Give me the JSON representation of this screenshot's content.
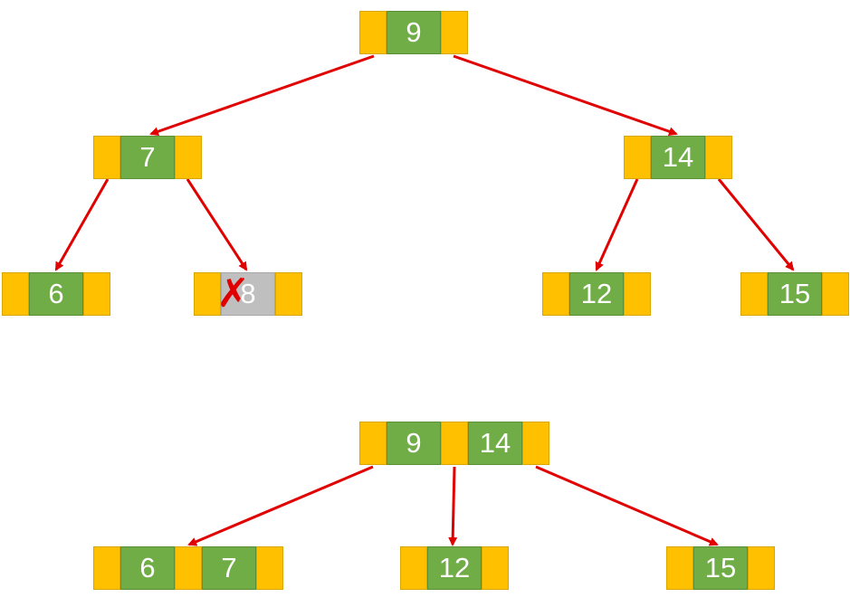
{
  "colors": {
    "pointer": "#FFC000",
    "key": "#70AD47",
    "deleted_key": "#BFBFBF",
    "arrow": "#E00000",
    "key_text": "#FFFFFF"
  },
  "before_tree": {
    "root": {
      "keys": [
        "9"
      ]
    },
    "level1": [
      {
        "keys": [
          "7"
        ]
      },
      {
        "keys": [
          "14"
        ]
      }
    ],
    "level2": [
      {
        "keys": [
          "6"
        ]
      },
      {
        "keys": [
          "8"
        ],
        "deleted": true
      },
      {
        "keys": [
          "12"
        ]
      },
      {
        "keys": [
          "15"
        ]
      }
    ]
  },
  "after_tree": {
    "root": {
      "keys": [
        "9",
        "14"
      ]
    },
    "children": [
      {
        "keys": [
          "6",
          "7"
        ]
      },
      {
        "keys": [
          "12"
        ]
      },
      {
        "keys": [
          "15"
        ]
      }
    ]
  }
}
